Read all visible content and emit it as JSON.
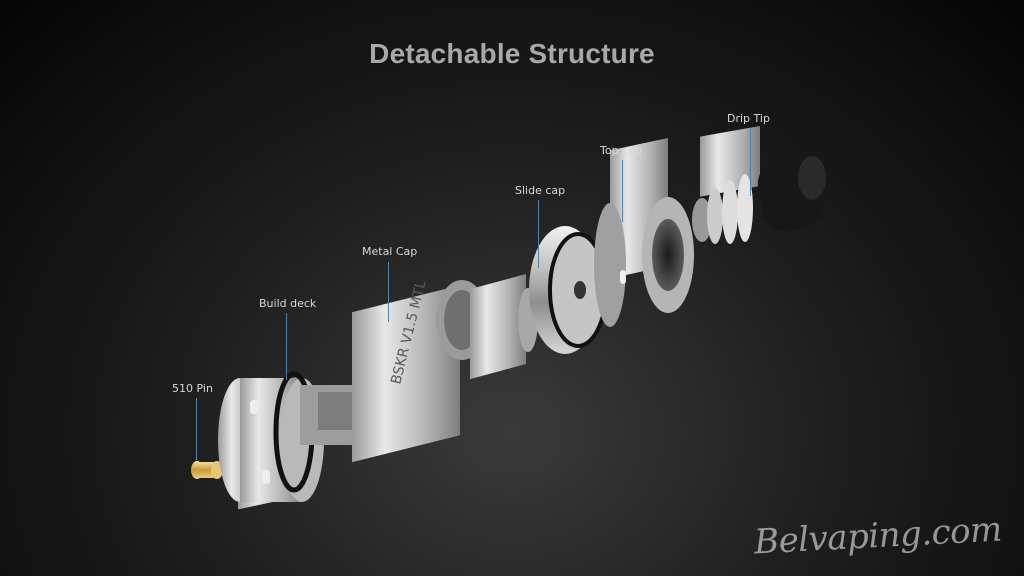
{
  "title": "Detachable Structure",
  "watermark": "Belvaping.com",
  "labels": {
    "pin": "510 Pin",
    "build_deck": "Build deck",
    "metal_cap": "Metal Cap",
    "slide_cap": "Slide cap",
    "top_cap": "Top cap",
    "drip_tip": "Drip Tip"
  },
  "engraving": "BSKR V1.5 MTL",
  "colors": {
    "leader": "#2a8fd6",
    "metal": "#c9c9c9",
    "brass": "#d9b45a",
    "drip_tip_top": "#1a1a1a"
  }
}
